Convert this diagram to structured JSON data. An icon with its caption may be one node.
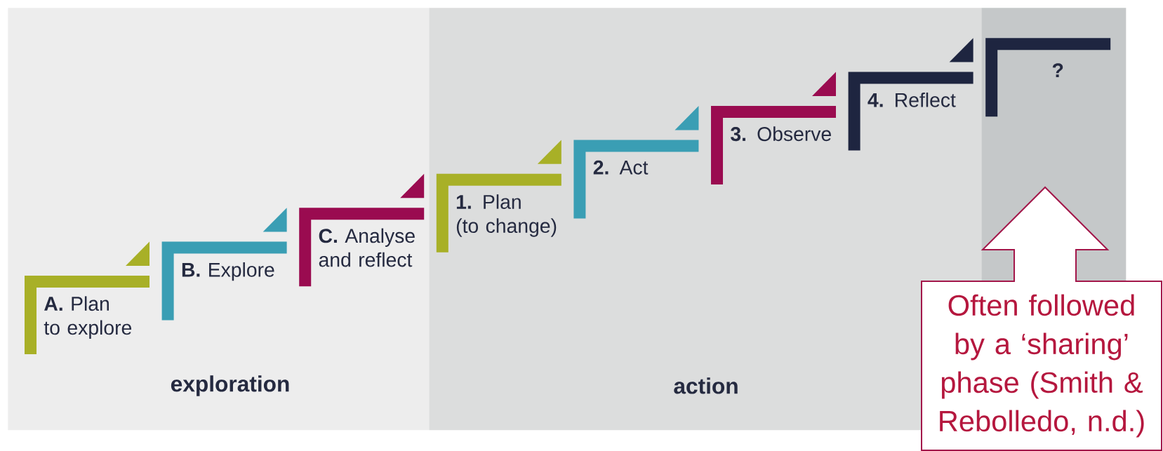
{
  "diagram": {
    "nodes": [
      {
        "text": [
          "exploration"
        ]
      },
      {
        "text": [
          "**A.** Plan to explore"
        ],
        "in": 0
      },
      {
        "text": [
          "**B.** Explore"
        ],
        "in": 0
      },
      {
        "text": [
          "**C.** Analyse and reflect"
        ],
        "in": 0
      },
      {
        "text": [
          "action"
        ]
      },
      {
        "text": [
          "**1.** Plan (to change)"
        ],
        "in": 4
      },
      {
        "text": [
          "**2.** Act"
        ],
        "in": 4
      },
      {
        "text": [
          "**3.** Observe"
        ],
        "in": 4
      },
      {
        "text": [
          "**4.** Reflect"
        ],
        "in": 4
      },
      {
        "text": [],
        "shape": "box"
      },
      {
        "text": [
          "?"
        ],
        "in": 9
      },
      {
        "text": [
          "Often followed by a ‘sharing’ phase (Smith & Rebolledo, n.d.)"
        ]
      }
    ],
    "edges": [
      {
        "from": 2,
        "to": 1,
        "arrow": "to",
        "color": "#a8b027"
      },
      {
        "from": 3,
        "to": 2,
        "arrow": "to",
        "color": "#3a9eb4"
      },
      {
        "from": 5,
        "to": 3,
        "arrow": "to",
        "color": "#9a0b50"
      },
      {
        "from": 6,
        "to": 5,
        "arrow": "to",
        "color": "#a8b027"
      },
      {
        "from": 7,
        "to": 6,
        "arrow": "to",
        "color": "#3a9eb4"
      },
      {
        "from": 8,
        "to": 7,
        "arrow": "to",
        "color": "#9a0b50"
      },
      {
        "from": 10,
        "to": 8,
        "arrow": "to",
        "color": "#1e2540"
      },
      {
        "from": 11,
        "to": 9,
        "arrow": "to",
        "color": "#a3174a"
      }
    ]
  }
}
